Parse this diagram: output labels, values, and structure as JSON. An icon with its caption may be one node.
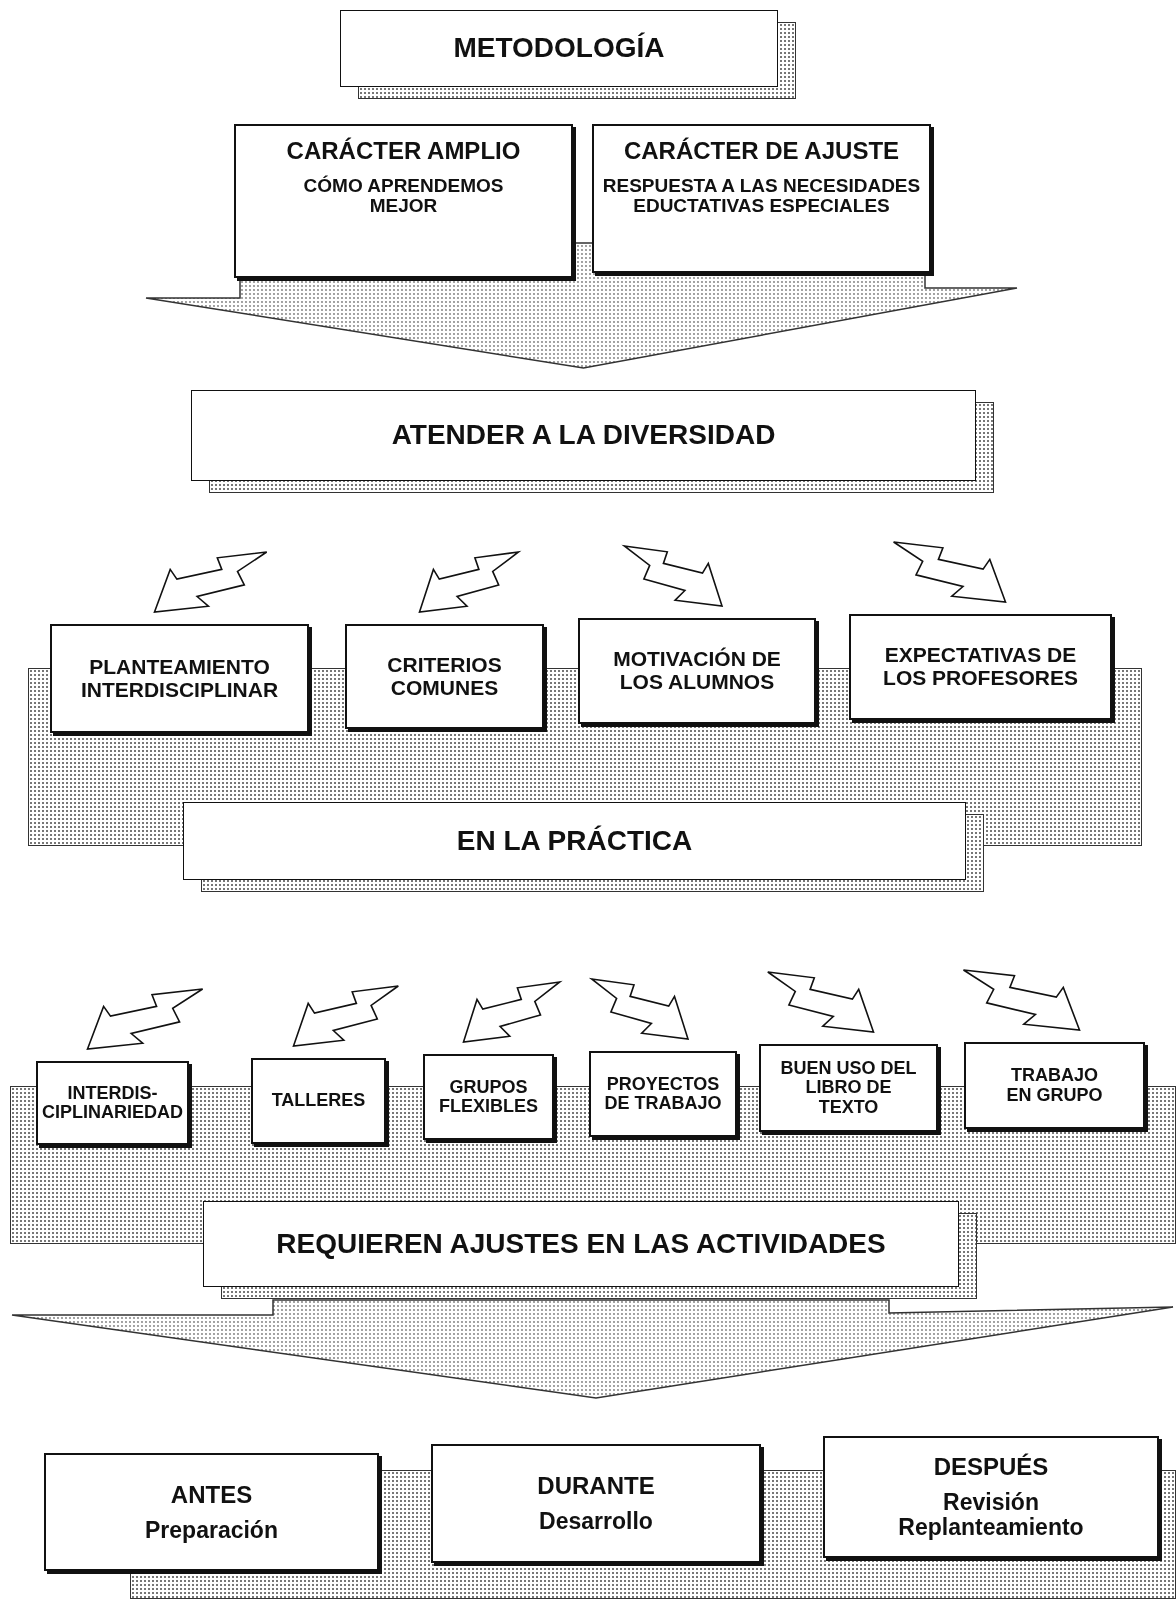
{
  "diagram": {
    "nodes": [
      {
        "text": [
          "METODOLOGÍA"
        ]
      },
      {
        "text": [
          "CARÁCTER AMPLIO",
          "CÓMO APRENDEMOS MEJOR"
        ]
      },
      {
        "text": [
          "CARÁCTER DE AJUSTE",
          "RESPUESTA A LAS NECESIDADES EDUCTATIVAS ESPECIALES"
        ]
      },
      {
        "text": [
          "ATENDER A LA DIVERSIDAD"
        ]
      },
      {
        "text": [
          "PLANTEAMIENTO INTERDISCIPLINAR"
        ]
      },
      {
        "text": [
          "CRITERIOS COMUNES"
        ]
      },
      {
        "text": [
          "MOTIVACIÓN DE LOS ALUMNOS"
        ]
      },
      {
        "text": [
          "EXPECTATIVAS DE LOS PROFESORES"
        ]
      },
      {
        "text": [
          "EN LA PRÁCTICA"
        ]
      },
      {
        "text": [
          "INTERDIS- CIPLINARIEDAD"
        ]
      },
      {
        "text": [
          "TALLERES"
        ]
      },
      {
        "text": [
          "GRUPOS FLEXIBLES"
        ]
      },
      {
        "text": [
          "PROYECTOS DE TRABAJO"
        ]
      },
      {
        "text": [
          "BUEN USO DEL LIBRO DE TEXTO"
        ]
      },
      {
        "text": [
          "TRABAJO EN GRUPO"
        ]
      },
      {
        "text": [
          "REQUIEREN AJUSTES EN LAS ACTIVIDADES"
        ]
      },
      {
        "text": [
          "ANTES",
          "Preparación"
        ]
      },
      {
        "text": [
          "DURANTE",
          "Desarrollo"
        ]
      },
      {
        "text": [
          "DESPUÉS",
          "Revisión Replanteamiento"
        ]
      }
    ],
    "edges": [
      {
        "from": 1,
        "to": 3,
        "arrow": "to"
      },
      {
        "from": 2,
        "to": 3,
        "arrow": "to"
      },
      {
        "from": 3,
        "to": 4,
        "arrow": "to"
      },
      {
        "from": 3,
        "to": 5,
        "arrow": "to"
      },
      {
        "from": 3,
        "to": 6,
        "arrow": "to"
      },
      {
        "from": 3,
        "to": 7,
        "arrow": "to"
      },
      {
        "from": 8,
        "to": 9,
        "arrow": "to"
      },
      {
        "from": 8,
        "to": 10,
        "arrow": "to"
      },
      {
        "from": 8,
        "to": 11,
        "arrow": "to"
      },
      {
        "from": 8,
        "to": 12,
        "arrow": "to"
      },
      {
        "from": 8,
        "to": 13,
        "arrow": "to"
      },
      {
        "from": 8,
        "to": 14,
        "arrow": "to"
      },
      {
        "from": 15,
        "to": 17,
        "arrow": "to"
      }
    ]
  }
}
